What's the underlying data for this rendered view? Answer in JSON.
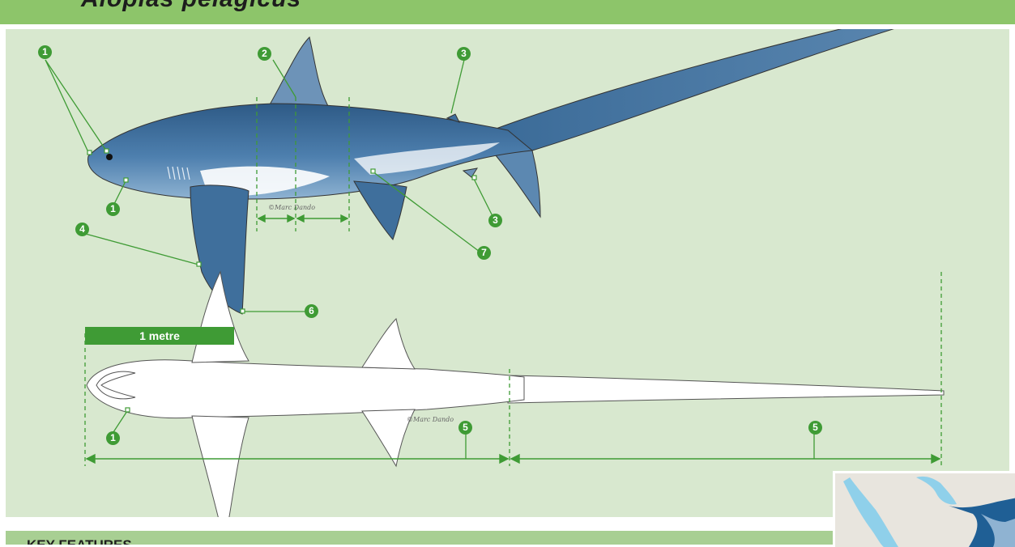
{
  "title": "Alopias pelagicus",
  "scale_label": "1 metre",
  "key_features": "KEY FEATURES",
  "watermark": "©Marc Dando",
  "callouts": [
    "1",
    "1",
    "1",
    "2",
    "3",
    "3",
    "4",
    "5",
    "5",
    "6",
    "7"
  ],
  "colors": {
    "accent": "#3f9b35",
    "panel": "#d8e8cf",
    "shark_dorsal": "#3f6f9c",
    "shark_belly": "#ffffff",
    "map_range": "#1f5f95"
  }
}
